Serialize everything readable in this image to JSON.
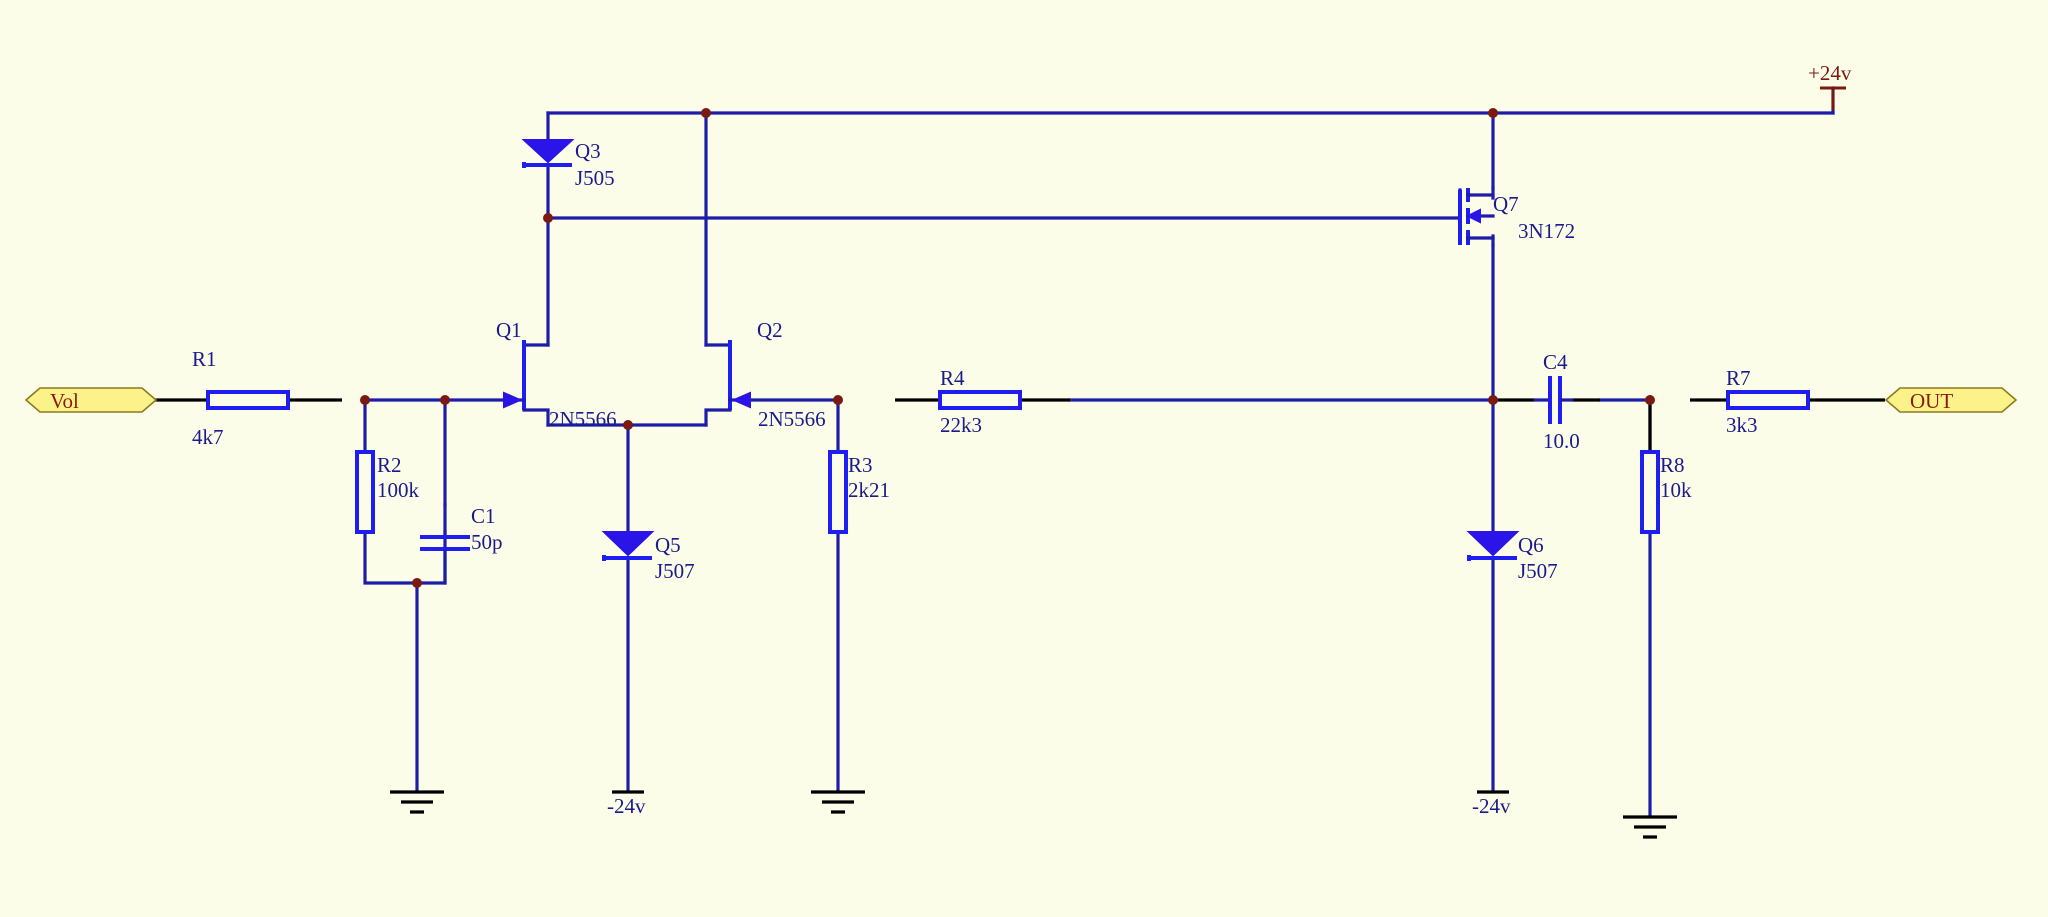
{
  "ports": {
    "input_label": "Vol",
    "output_label": "OUT"
  },
  "rails": {
    "positive": "+24v",
    "negative_q5": "-24v",
    "negative_q6": "-24v"
  },
  "components": {
    "r1": {
      "ref": "R1",
      "value": "4k7"
    },
    "r2": {
      "ref": "R2",
      "value": "100k"
    },
    "c1": {
      "ref": "C1",
      "value": "50p"
    },
    "q1": {
      "ref": "Q1",
      "value": "2N5566"
    },
    "q2": {
      "ref": "Q2",
      "value": "2N5566"
    },
    "q3": {
      "ref": "Q3",
      "value": "J505"
    },
    "q5": {
      "ref": "Q5",
      "value": "J507"
    },
    "r3": {
      "ref": "R3",
      "value": "2k21"
    },
    "r4": {
      "ref": "R4",
      "value": "22k3"
    },
    "q7": {
      "ref": "Q7",
      "value": "3N172"
    },
    "c4": {
      "ref": "C4",
      "value": "10.0"
    },
    "q6": {
      "ref": "Q6",
      "value": "J507"
    },
    "r8": {
      "ref": "R8",
      "value": "10k"
    },
    "r7": {
      "ref": "R7",
      "value": "3k3"
    }
  },
  "colors": {
    "background": "#fcfde8",
    "wire": "#1d1da8",
    "component": "#1e1ef0",
    "junction": "#7a1a10",
    "port_fill": "#fbf38a",
    "label_text": "#1a1a8c"
  }
}
